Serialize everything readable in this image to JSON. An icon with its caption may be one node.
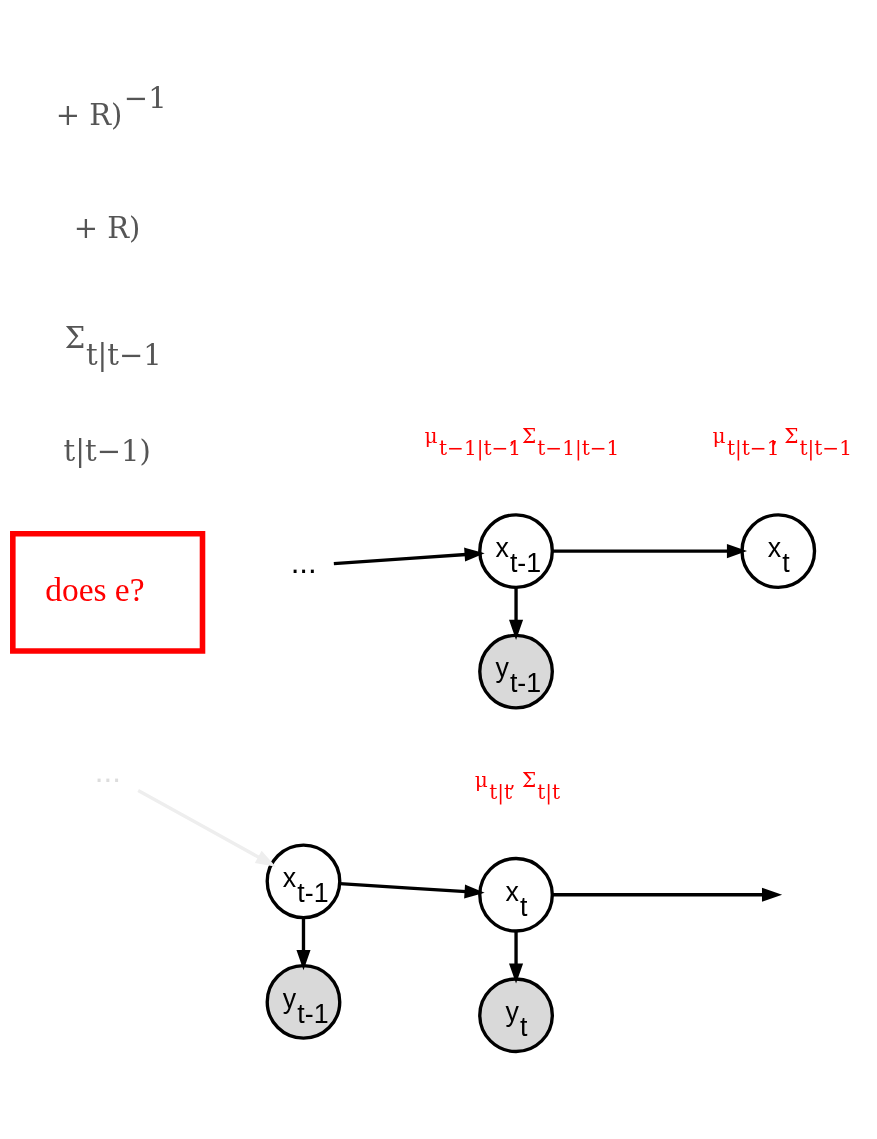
{
  "diagram": {
    "nodes": [
      {
        "text": [
          "..."
        ]
      },
      {
        "text": [
          "x$_{t-1}$"
        ]
      },
      {
        "text": [
          "x$_{t}$"
        ]
      },
      {
        "text": [
          "y$_{t-1}$"
        ]
      },
      {
        "text": [
          "does e?"
        ]
      },
      {
        "text": [
          "..."
        ]
      },
      {
        "text": [
          "x$_{t-1}$"
        ]
      },
      {
        "text": [
          "x$_{t}$"
        ]
      },
      {
        "text": [
          "y$_{t-1}$"
        ]
      },
      {
        "text": [
          "y$_{t}$"
        ]
      }
    ],
    "edges": [
      {
        "from": 0,
        "to": 1,
        "arrow": "to"
      },
      {
        "from": 1,
        "to": 2,
        "arrow": "to"
      },
      {
        "from": 1,
        "to": 3,
        "arrow": "to"
      },
      {
        "from": 5,
        "to": 6,
        "arrow": "to",
        "color": "#eeeeee"
      },
      {
        "from": 6,
        "to": 7,
        "arrow": "to"
      },
      {
        "from": 7,
        "to": null,
        "arrow": "to"
      },
      {
        "from": 6,
        "to": 8,
        "arrow": "to"
      },
      {
        "from": 7,
        "to": 9,
        "arrow": "to"
      }
    ],
    "labels": [
      "μ$_{t|t−1}$, Σ$_{t|t−1}$",
      "μ$_{t−1|t−1}$, Σ$_{t−1|t−1}$",
      "μ$_{t|t}$, Σ$_{t|t}$",
      "+ R)$^{−1}$",
      "+ R)",
      "Σ$_{t|t−1}$",
      "t|t−1)"
    ]
  }
}
